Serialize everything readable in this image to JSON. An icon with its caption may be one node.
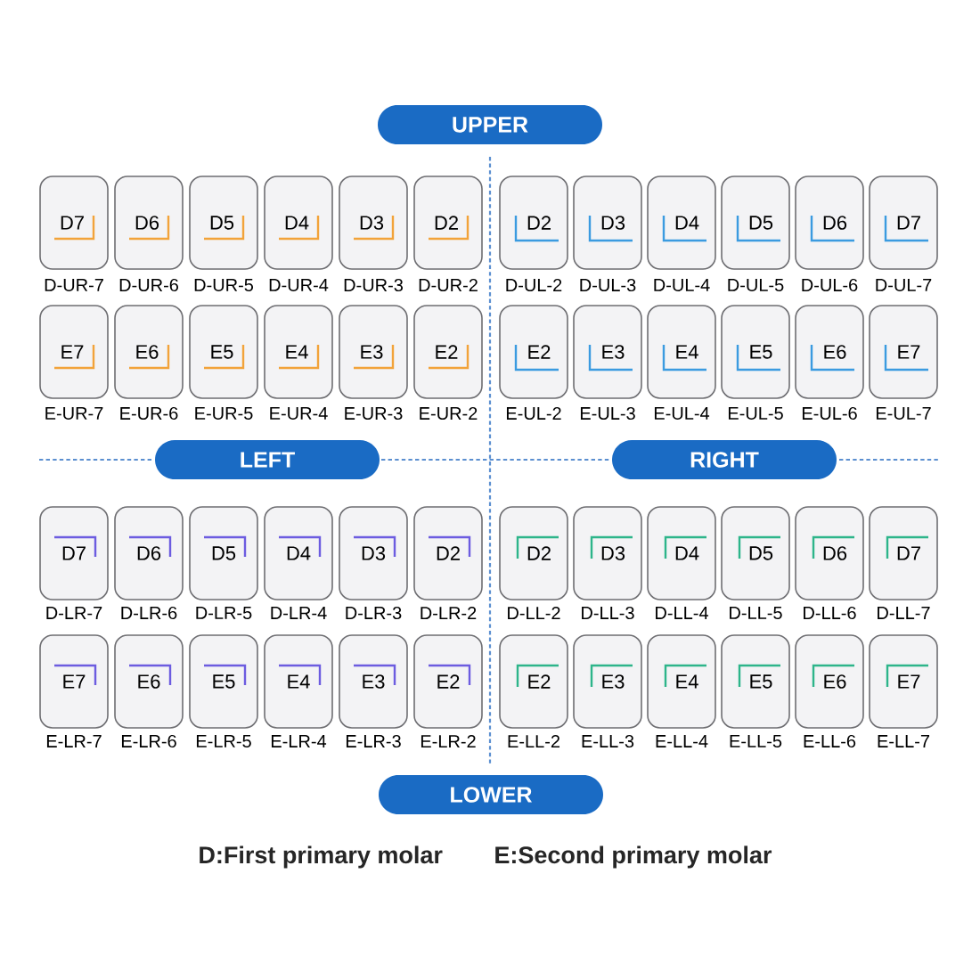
{
  "diagram": {
    "nodes": [
      {
        "text": [
          "UPPER"
        ]
      },
      {
        "text": [
          "D7"
        ],
        "beside": [
          "D-UR-7"
        ]
      },
      {
        "text": [
          "D6"
        ],
        "beside": [
          "D-UR-6"
        ]
      },
      {
        "text": [
          "D5"
        ],
        "beside": [
          "D-UR-5"
        ]
      },
      {
        "text": [
          "D4"
        ],
        "beside": [
          "D-UR-4"
        ]
      },
      {
        "text": [
          "D3"
        ],
        "beside": [
          "D-UR-3"
        ]
      },
      {
        "text": [
          "D2"
        ],
        "beside": [
          "D-UR-2"
        ]
      },
      {
        "text": [
          "D2"
        ],
        "beside": [
          "D-UL-2"
        ]
      },
      {
        "text": [
          "D3"
        ],
        "beside": [
          "D-UL-3"
        ]
      },
      {
        "text": [
          "D4"
        ],
        "beside": [
          "D-UL-4"
        ]
      },
      {
        "text": [
          "D5"
        ],
        "beside": [
          "D-UL-5"
        ]
      },
      {
        "text": [
          "D6"
        ],
        "beside": [
          "D-UL-6"
        ]
      },
      {
        "text": [
          "D7"
        ],
        "beside": [
          "D-UL-7"
        ]
      },
      {
        "text": [
          "E7"
        ],
        "beside": [
          "E-UR-7"
        ]
      },
      {
        "text": [
          "E6"
        ],
        "beside": [
          "E-UR-6"
        ]
      },
      {
        "text": [
          "E5"
        ],
        "beside": [
          "E-UR-5"
        ]
      },
      {
        "text": [
          "E4"
        ],
        "beside": [
          "E-UR-4"
        ]
      },
      {
        "text": [
          "E3"
        ],
        "beside": [
          "E-UR-3"
        ]
      },
      {
        "text": [
          "E2"
        ],
        "beside": [
          "E-UR-2"
        ]
      },
      {
        "text": [
          "E2"
        ],
        "beside": [
          "E-UL-2"
        ]
      },
      {
        "text": [
          "E3"
        ],
        "beside": [
          "E-UL-3"
        ]
      },
      {
        "text": [
          "E4"
        ],
        "beside": [
          "E-UL-4"
        ]
      },
      {
        "text": [
          "E5"
        ],
        "beside": [
          "E-UL-5"
        ]
      },
      {
        "text": [
          "E6"
        ],
        "beside": [
          "E-UL-6"
        ]
      },
      {
        "text": [
          "E7"
        ],
        "beside": [
          "E-UL-7"
        ]
      },
      {
        "text": [
          "LEFT"
        ]
      },
      {
        "text": [
          "RIGHT"
        ]
      },
      {
        "text": [
          "D7"
        ],
        "beside": [
          "D-LR-7"
        ]
      },
      {
        "text": [
          "D6"
        ],
        "beside": [
          "D-LR-6"
        ]
      },
      {
        "text": [
          "D5"
        ],
        "beside": [
          "D-LR-5"
        ]
      },
      {
        "text": [
          "D4"
        ],
        "beside": [
          "D-LR-4"
        ]
      },
      {
        "text": [
          "D3"
        ],
        "beside": [
          "D-LR-3"
        ]
      },
      {
        "text": [
          "D2"
        ],
        "beside": [
          "D-LR-2"
        ]
      },
      {
        "text": [
          "D2"
        ],
        "beside": [
          "D-LL-2"
        ]
      },
      {
        "text": [
          "D3"
        ],
        "beside": [
          "D-LL-3"
        ]
      },
      {
        "text": [
          "D4"
        ],
        "beside": [
          "D-LL-4"
        ]
      },
      {
        "text": [
          "D5"
        ],
        "beside": [
          "D-LL-5"
        ]
      },
      {
        "text": [
          "D6"
        ],
        "beside": [
          "D-LL-6"
        ]
      },
      {
        "text": [
          "D7"
        ],
        "beside": [
          "D-LL-7"
        ]
      },
      {
        "text": [
          "E7"
        ],
        "beside": [
          "E-LR-7"
        ]
      },
      {
        "text": [
          "E6"
        ],
        "beside": [
          "E-LR-6"
        ]
      },
      {
        "text": [
          "E5"
        ],
        "beside": [
          "E-LR-5"
        ]
      },
      {
        "text": [
          "E4"
        ],
        "beside": [
          "E-LR-4"
        ]
      },
      {
        "text": [
          "E3"
        ],
        "beside": [
          "E-LR-3"
        ]
      },
      {
        "text": [
          "E2"
        ],
        "beside": [
          "E-LR-2"
        ]
      },
      {
        "text": [
          "E2"
        ],
        "beside": [
          "E-LL-2"
        ]
      },
      {
        "text": [
          "E3"
        ],
        "beside": [
          "E-LL-3"
        ]
      },
      {
        "text": [
          "E4"
        ],
        "beside": [
          "E-LL-4"
        ]
      },
      {
        "text": [
          "E5"
        ],
        "beside": [
          "E-LL-5"
        ]
      },
      {
        "text": [
          "E6"
        ],
        "beside": [
          "E-LL-6"
        ]
      },
      {
        "text": [
          "E7"
        ],
        "beside": [
          "E-LL-7"
        ]
      },
      {
        "text": [
          "LOWER"
        ]
      }
    ],
    "labels": [
      "D:First primary molar",
      "E:Second primary molar"
    ]
  }
}
